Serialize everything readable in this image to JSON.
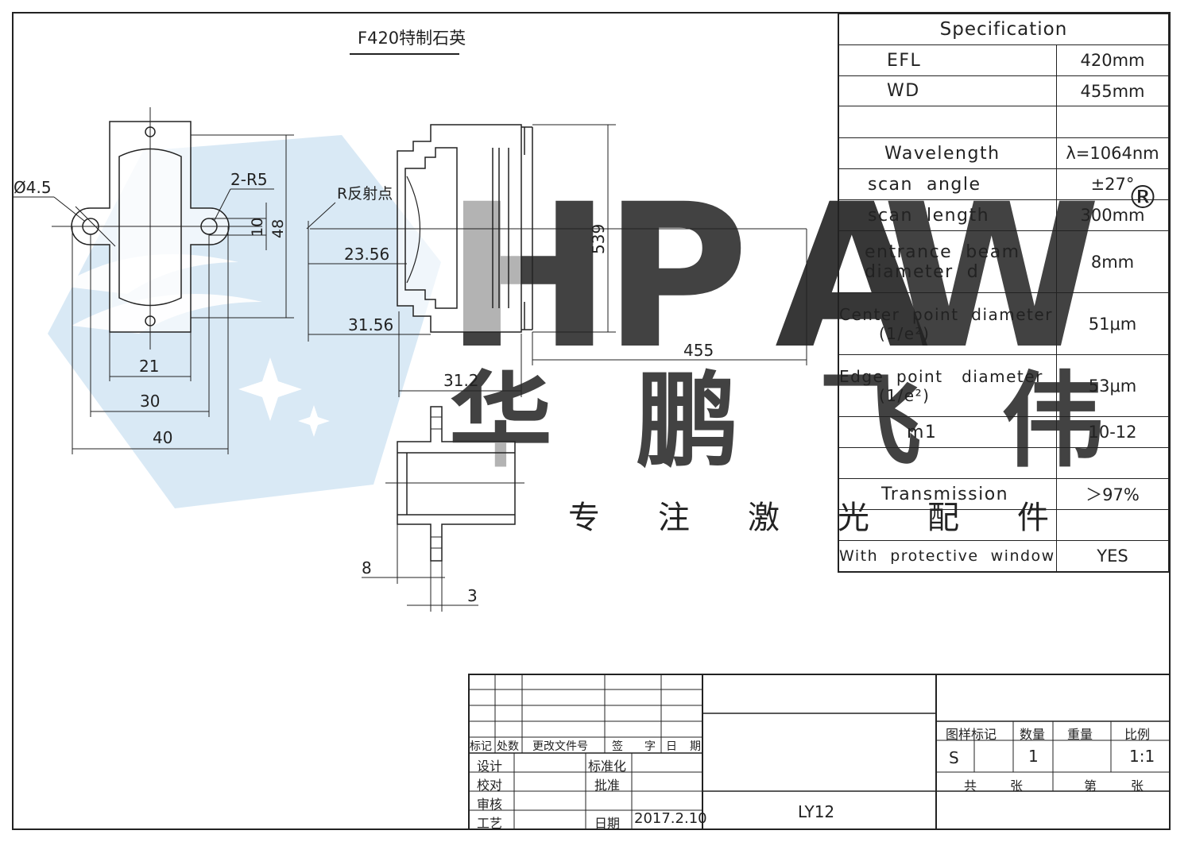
{
  "drawing": {
    "title": "F420特制石英",
    "watermark": {
      "letters": "HPAW",
      "cn": [
        "华",
        "鹏",
        "飞",
        "伟"
      ],
      "slogan": [
        "专",
        "注",
        "激",
        "光",
        "配",
        "件"
      ],
      "registered": "®",
      "colors": {
        "blue": "#cfe3f3",
        "orange": "#fbe3cc"
      }
    },
    "front_view": {
      "dim_hole": "Ø4.5",
      "dim_radius": "2-R5",
      "dim_10": "10",
      "dim_48": "48",
      "dim_21": "21",
      "dim_30": "30",
      "dim_40": "40"
    },
    "side_view": {
      "reflect_label": "R反射点",
      "dim_2356": "23.56",
      "dim_3156": "31.56",
      "dim_539": "539",
      "dim_455": "455",
      "dim_312": "31.2"
    },
    "window_view": {
      "dim_8": "8",
      "dim_3": "3"
    }
  },
  "spec_table": {
    "header": "Specification",
    "rows": [
      {
        "key": [
          "EFL"
        ],
        "value": "420mm"
      },
      {
        "key": [
          "WD"
        ],
        "value": "455mm"
      },
      {
        "key": [
          ""
        ],
        "value": ""
      },
      {
        "key": [
          "Wavelength"
        ],
        "value": "λ=1064nm"
      },
      {
        "key": [
          "scan  angle"
        ],
        "value": "±27°"
      },
      {
        "key": [
          "scan  length"
        ],
        "value": "300mm"
      },
      {
        "key": [
          "entrance  beam",
          "diameter  d"
        ],
        "value": "8mm"
      },
      {
        "key": [
          "Center  point  diameter",
          "(1/e²)"
        ],
        "value": "51μm"
      },
      {
        "key": [
          "Edge  point   diameter",
          "(1/e²)"
        ],
        "value": "53μm"
      },
      {
        "key": [
          "m1"
        ],
        "value": "10-12"
      },
      {
        "key": [
          ""
        ],
        "value": ""
      },
      {
        "key": [
          "Transmission"
        ],
        "value": "＞97%"
      },
      {
        "key": [
          ""
        ],
        "value": ""
      },
      {
        "key": [
          "With  protective  window"
        ],
        "value": "YES"
      }
    ]
  },
  "title_block": {
    "rev_headers": [
      "标记",
      "处数",
      "更改文件号",
      "签",
      "字",
      "日",
      "期"
    ],
    "design": "设计",
    "check": "校对",
    "audit": "审核",
    "process": "工艺",
    "standardize": "标准化",
    "approve": "批准",
    "date_label": "日期",
    "date_value": "2017.2.10",
    "part_name": "LY12",
    "mark_label": "图样标记",
    "qty_label": "数量",
    "weight_label": "重量",
    "scale_label": "比例",
    "mark_value": "S",
    "qty_value": "1",
    "scale_value": "1:1",
    "total_label": "共",
    "sheet_unit": "张",
    "page_label": "第",
    "page_unit": "张"
  }
}
